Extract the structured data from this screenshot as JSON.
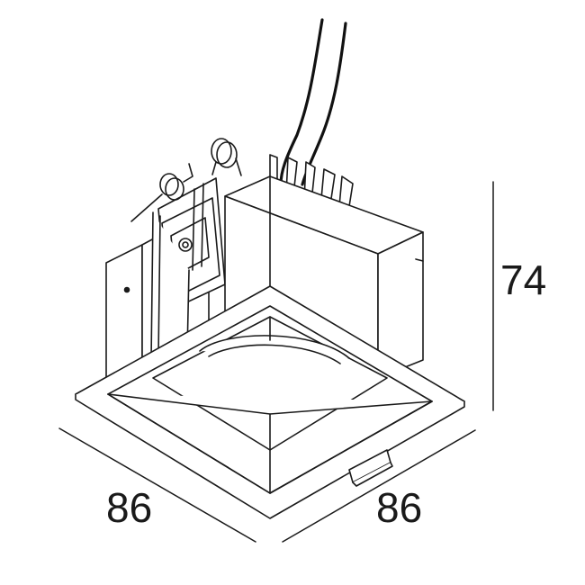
{
  "dimensions": {
    "height": "74",
    "width_left": "86",
    "width_right": "86"
  },
  "colors": {
    "stroke": "#1a1a1a",
    "fill": "#ffffff",
    "dark": "#111111"
  }
}
